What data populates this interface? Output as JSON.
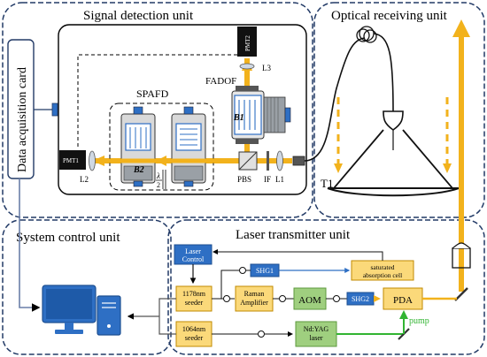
{
  "sections": {
    "signal_detection": "Signal detection unit",
    "optical_receiving": "Optical receiving unit",
    "system_control": "System control unit",
    "laser_transmitter": "Laser transmitter unit"
  },
  "daq": {
    "label": "Data acquisition card"
  },
  "optics": {
    "pmt2": "PMT2",
    "pmt1": "PMT1",
    "l3": "L3",
    "fadof": "FADOF",
    "b1": "B1",
    "spafd": "SPAFD",
    "b2": "B2",
    "half_wave_num": "λ",
    "half_wave_den": "2",
    "l2": "L2",
    "pbs": "PBS",
    "if": "IF",
    "l1": "L1",
    "t1": "T1"
  },
  "laser": {
    "laser_control_1": "Laser",
    "laser_control_2": "Control",
    "shg1": "SHG1",
    "sat_cell_1": "saturated",
    "sat_cell_2": "absorption cell",
    "seeder_1178_1": "1178nm",
    "seeder_1178_2": "seeder",
    "raman_1": "Raman",
    "raman_2": "Amplifier",
    "aom": "AOM",
    "shg2": "SHG2",
    "pda": "PDA",
    "pump": "pump",
    "seeder_1064_1": "1064nm",
    "seeder_1064_2": "seeder",
    "ndyag_1": "Nd:YAG",
    "ndyag_2": "laser"
  },
  "colors": {
    "beam": "#f2b21c",
    "beam_light": "#f7d46a",
    "box_yellow": "#fbd97a",
    "box_blue": "#2e6fc4",
    "box_green": "#9fcf7f",
    "pump_green": "#32b432",
    "frame_dash": "#223a66"
  }
}
